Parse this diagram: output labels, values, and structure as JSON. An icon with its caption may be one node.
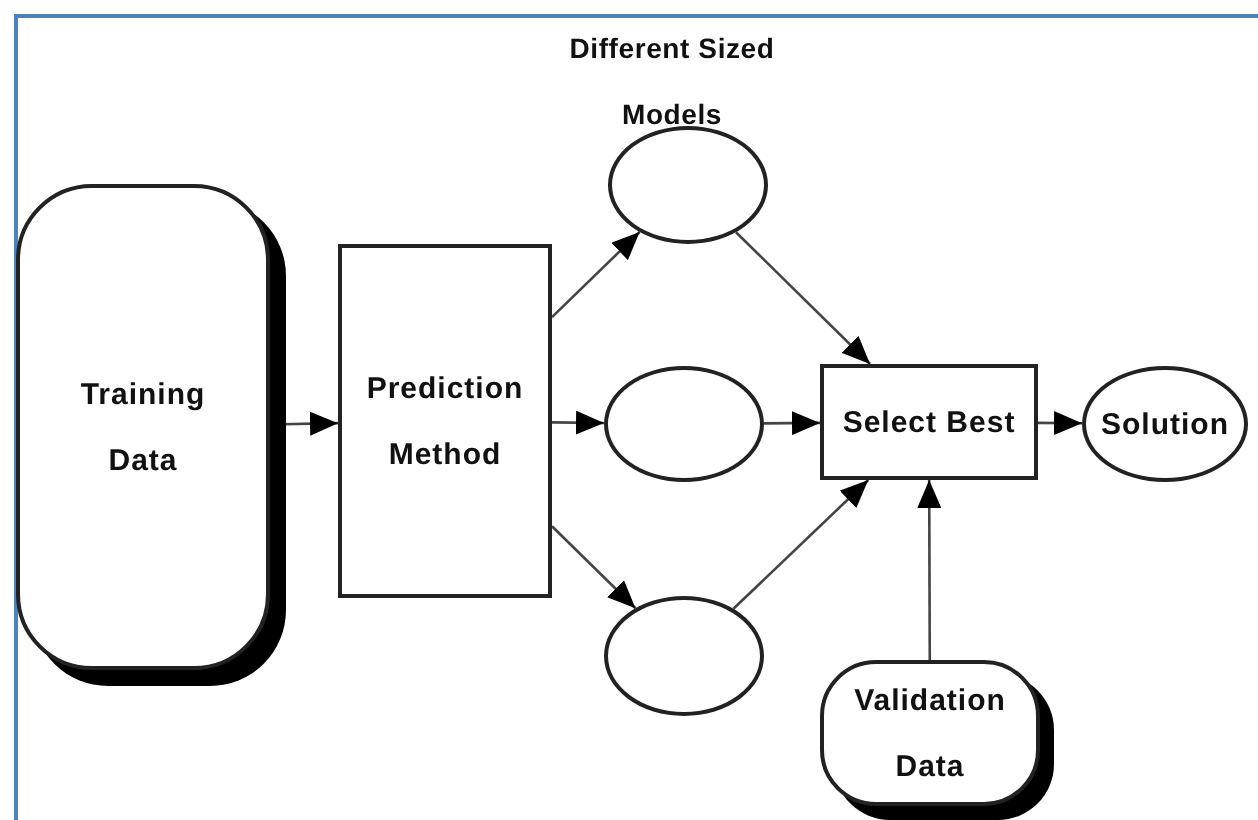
{
  "diagram": {
    "nodes": [
      {
        "text": [
          "Training Data"
        ]
      },
      {
        "text": [
          "Prediction Method"
        ]
      },
      {
        "text": [],
        "shape": "ellipse"
      },
      {
        "text": [],
        "shape": "ellipse"
      },
      {
        "text": [],
        "shape": "ellipse"
      },
      {
        "text": [
          "Select Best"
        ]
      },
      {
        "text": [
          "Solution"
        ]
      },
      {
        "text": [
          "Validation Data"
        ]
      }
    ],
    "edges": [
      {
        "from": 0,
        "to": 1,
        "arrow": "to"
      },
      {
        "from": 1,
        "to": 2,
        "arrow": "to"
      },
      {
        "from": 1,
        "to": 3,
        "arrow": "to"
      },
      {
        "from": 1,
        "to": 4,
        "arrow": "to"
      },
      {
        "from": 2,
        "to": 5,
        "arrow": "to"
      },
      {
        "from": 3,
        "to": 5,
        "arrow": "to"
      },
      {
        "from": 4,
        "to": 5,
        "arrow": "to"
      },
      {
        "from": 5,
        "to": 6,
        "arrow": "to"
      },
      {
        "from": 7,
        "to": 5,
        "arrow": "to"
      }
    ],
    "labels": [
      "Different Sized Models"
    ]
  }
}
